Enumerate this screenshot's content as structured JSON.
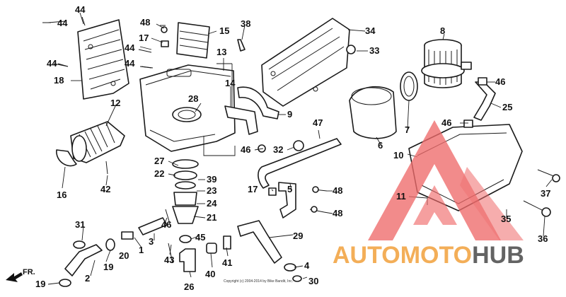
{
  "callouts": {
    "p1": "1",
    "p2": "2",
    "p3": "3",
    "p4": "4",
    "p5": "5",
    "p6": "6",
    "p7": "7",
    "p8": "8",
    "p9": "9",
    "p10": "10",
    "p11": "11",
    "p12": "12",
    "p13": "13",
    "p14": "14",
    "p15": "15",
    "p16": "16",
    "p17a": "17",
    "p17b": "17",
    "p18": "18",
    "p19a": "19",
    "p19b": "19",
    "p20": "20",
    "p21": "21",
    "p22": "22",
    "p23": "23",
    "p24": "24",
    "p25": "25",
    "p26": "26",
    "p27": "27",
    "p28": "28",
    "p29": "29",
    "p30": "30",
    "p31": "31",
    "p32": "32",
    "p33": "33",
    "p34": "34",
    "p35": "35",
    "p36": "36",
    "p37": "37",
    "p38": "38",
    "p39": "39",
    "p40": "40",
    "p41": "41",
    "p42": "42",
    "p43": "43",
    "p44a": "44",
    "p44b": "44",
    "p44c": "44",
    "p44d": "44",
    "p44e": "44",
    "p45": "45",
    "p46a": "46",
    "p46b": "46",
    "p46c": "46",
    "p46d": "46",
    "p47": "47",
    "p48a": "48",
    "p48b": "48",
    "p48c": "48"
  },
  "direction_label": "FR.",
  "copyright": "Copyright (c) 2004-2014 by Bike Bandit, Inc.",
  "watermark": {
    "part1": "AUTO",
    "part2": "MOTO",
    "part3": "HUB",
    "color_accent": "#f3a84a",
    "color_dark": "#565656",
    "color_triangle": "#ef6b6b"
  }
}
